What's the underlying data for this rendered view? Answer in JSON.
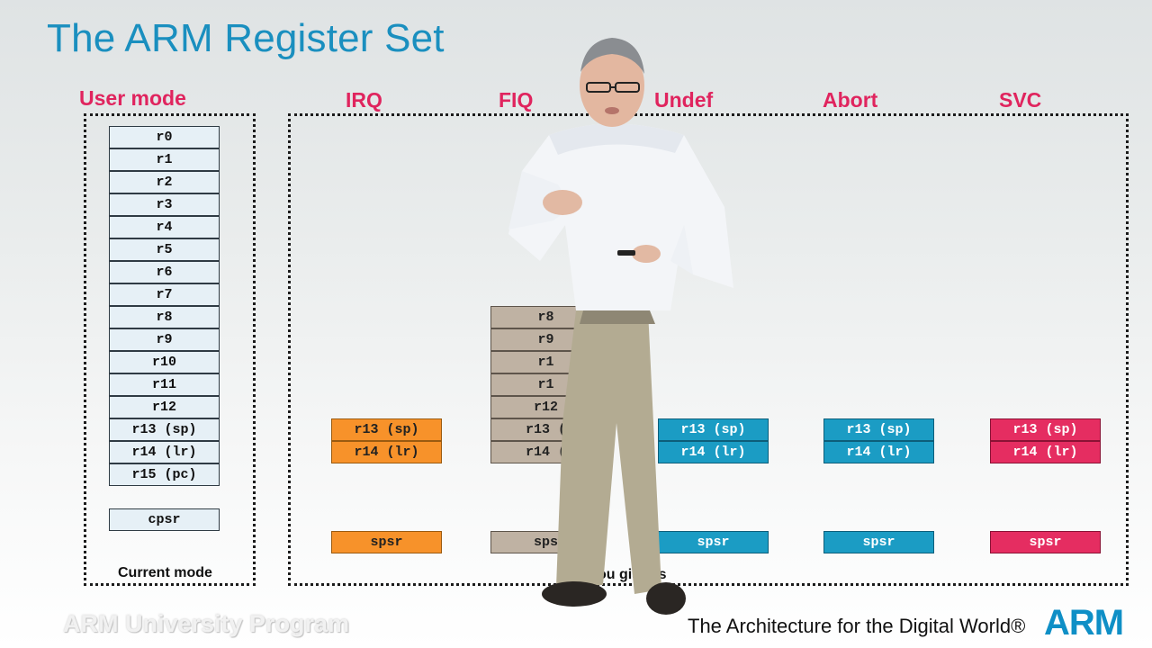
{
  "slide": {
    "title": "The ARM Register Set",
    "modes": {
      "user": "User mode",
      "irq": "IRQ",
      "fiq": "FIQ",
      "undef": "Undef",
      "abort": "Abort",
      "svc": "SVC"
    },
    "user_registers": [
      "r0",
      "r1",
      "r2",
      "r3",
      "r4",
      "r5",
      "r6",
      "r7",
      "r8",
      "r9",
      "r10",
      "r11",
      "r12",
      "r13 (sp)",
      "r14 (lr)",
      "r15 (pc)"
    ],
    "cpsr": "cpsr",
    "current_mode_caption": "Current mode",
    "banked_caption": "ked ou  gisters",
    "irq_registers": [
      "r13 (sp)",
      "r14 (lr)"
    ],
    "irq_spsr": "spsr",
    "fiq_registers": [
      "r8",
      "r9",
      "r1",
      "r1",
      "r12",
      "r13 (",
      "r14 ("
    ],
    "fiq_spsr": "sps",
    "undef_registers": [
      "r13 (sp)",
      "r14 (lr)"
    ],
    "undef_spsr": "spsr",
    "abort_registers": [
      "r13 (sp)",
      "r14 (lr)"
    ],
    "abort_spsr": "spsr",
    "svc_registers": [
      "r13 (sp)",
      "r14 (lr)"
    ],
    "svc_spsr": "spsr"
  },
  "footer": {
    "program": "ARM University Program",
    "tagline": "The Architecture for the Digital World®",
    "logo": "ARM"
  },
  "colors": {
    "title": "#1a8fbf",
    "mode_label": "#e0245e",
    "irq": "#f7922a",
    "fiq": "#bfb2a3",
    "undef_abort": "#1b9cc4",
    "svc": "#e52d61",
    "user": "#e6f0f6"
  }
}
